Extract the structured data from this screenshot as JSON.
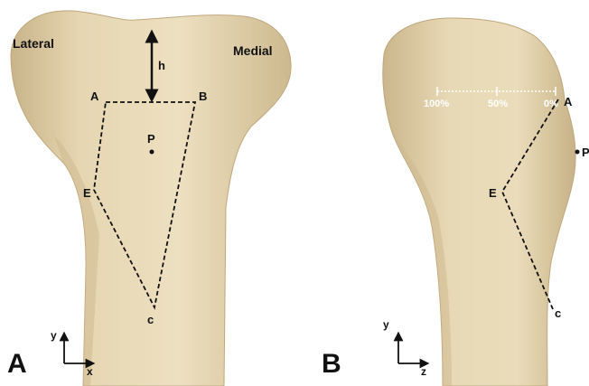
{
  "panel_a": {
    "letter": "A",
    "side_left": "Lateral",
    "side_right": "Medial",
    "height_label": "h",
    "points": {
      "a": "A",
      "b": "B",
      "p": "P",
      "e": "E",
      "c": "c"
    },
    "axes": {
      "vertical": "y",
      "horizontal": "x"
    }
  },
  "panel_b": {
    "letter": "B",
    "scale": {
      "start": "100%",
      "mid": "50%",
      "end": "0%"
    },
    "points": {
      "a": "A",
      "p": "P",
      "e": "E",
      "c": "c"
    },
    "axes": {
      "vertical": "y",
      "horizontal": "z"
    }
  },
  "colors": {
    "bone": "#e8d8b4",
    "bone_shadow": "#cdb88e",
    "background": "#ffffff",
    "line": "#111111"
  }
}
